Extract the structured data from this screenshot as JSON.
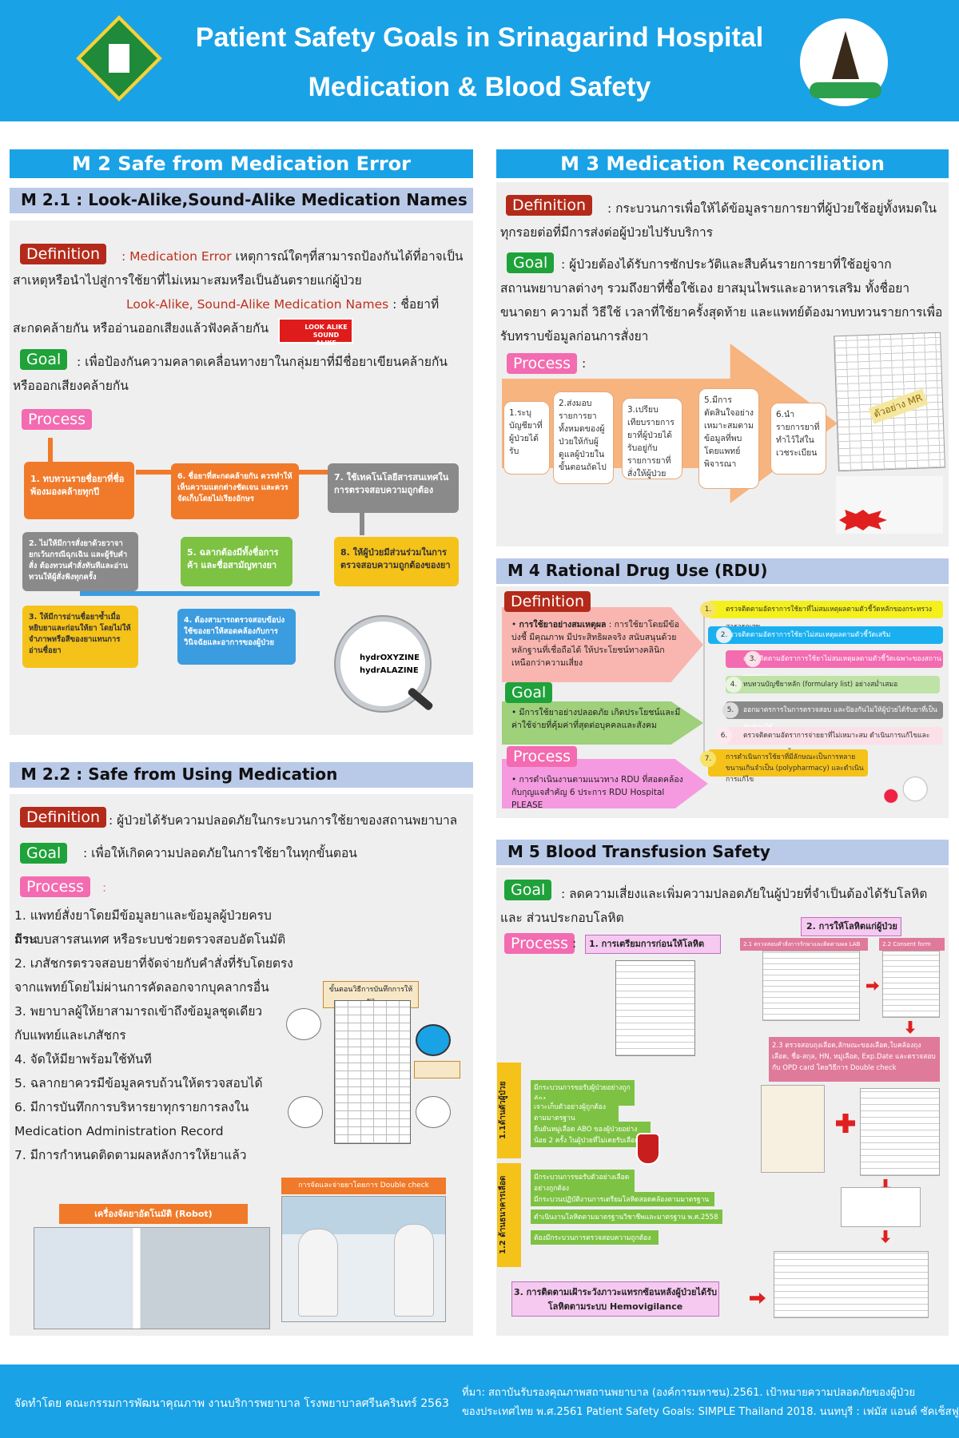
{
  "header": {
    "title1": "Patient  Safety  Goals in Srinagarind Hospital",
    "title2": "Medication & Blood Safety"
  },
  "m2": {
    "title": "M 2 Safe from Medication Error"
  },
  "m21": {
    "title": "M 2.1 : Look-Alike,Sound-Alike Medication Names",
    "def_label": "Definition",
    "def_text1_red": ": Medication Error",
    "def_text1": " เหตุการณ์ใดๆที่สามารถป้องกันได้ที่อาจเป็น",
    "def_text2": "สาเหตุหรือนำไปสู่การใช้ยาที่ไม่เหมาะสมหรือเป็นอันตรายแก่ผู้ป่วย",
    "def_text3_red": "Look-Alike, Sound-Alike Medication Names",
    "def_text3": " : ชื่อยาที่",
    "def_text4": "สะกดคล้ายกัน หรืออ่านออกเสียงแล้วฟังคล้ายกัน",
    "lasa_badge": "LOOK ALIKE SOUND ALIKE",
    "goal_label": "Goal",
    "goal_text1": ": เพื่อป้องกันความคลาดเคลื่อนทางยาในกลุ่มยาที่มีชื่อยาเขียนคล้ายกัน",
    "goal_text2": "หรือออกเสียงคล้ายกัน",
    "process_label": "Process",
    "steps": [
      "1. ทบทวนรายชื่อยาที่ชื่อ พ้องมองคล้ายทุกปี",
      "2. ไม่ให้มีการสั่งยาด้วยวาจา ยกเว้นกรณีฉุกเฉิน และผู้รับคำสั่ง ต้องทวนคำสั่งทันทีและอ่านทวนให้ผู้สั่งฟังทุกครั้ง",
      "3. ให้มีการอ่านชื่อยาซ้ำเมื่อหยิบยาและก่อนให้ยา โดยไม่ให้จำภาพหรือสีของยาแทนการอ่านชื่อยา",
      "4. ต้องสามารถตรวจสอบข้อบ่งใช้ของยาให้สอดคล้องกับการวินิจฉัยและอาการของผู้ป่วย",
      "5. ฉลากต้องมีทั้งชื่อการค้า และชื่อสามัญทางยา",
      "6. ชื่อยาที่สะกดคล้ายกัน ควรทำให้เห็นความแตกต่างชัดเจน และควรจัดเก็บโดยไม่เรียงอักษร",
      "7. ใช้เทคโนโลยีสารสนเทศในการตรวจสอบความถูกต้อง",
      "8. ให้ผู้ป่วยมีส่วนร่วมในการตรวจสอบความถูกต้องของยา"
    ],
    "lens": [
      "hydrOXYZINE",
      "hydrALAZINE"
    ]
  },
  "m22": {
    "title": "M 2.2 : Safe from Using Medication",
    "def_label": "Definition",
    "def_text": ": ผู้ป่วยได้รับความปลอดภัยในกระบวนการใช้ยาของสถานพยาบาล",
    "goal_label": "Goal",
    "goal_text": ": เพื่อให้เกิดความปลอดภัยในการใช้ยาในทุกขั้นตอน",
    "process_label": "Process",
    "colon": ":",
    "lines": [
      "1. แพทย์สั่งยาโดยมีข้อมูลยาและข้อมูลผู้ป่วยครบถ้วน",
      "มีระบบสารสนเทศ หรือระบบช่วยตรวจสอบอัตโนมัติ",
      "2. เภสัชกรตรวจสอบยาที่จัดจ่ายกับคำสั่งที่รับโดยตรง",
      "จากแพทย์โดยไม่ผ่านการคัดลอกจากบุคลากรอื่น",
      "3. พยาบาลผู้ให้ยาสามารถเข้าถึงข้อมูลชุดเดียว",
      "กับแพทย์และเภสัชกร",
      "4. จัดให้มียาพร้อมใช้ทันที",
      "5. ฉลากยาควรมีข้อมูลครบถ้วนให้ตรวจสอบได้",
      "6. มีการบันทึกการบริหารยาทุกรายการลงใน",
      "Medication Administration Record",
      "7. มีการกำหนดติดตามผลหลังการให้ยาแล้ว"
    ],
    "mar_title": "ขั้นตอนวิธีการบันทึกการให้ยา",
    "robot_label": "เครื่องจัดยาอัตโนมัติ (Robot)",
    "double_check_label": "การจัดและจ่ายยาโดยการ  Double check"
  },
  "m3": {
    "title": "M 3 Medication Reconciliation",
    "def_label": "Definition",
    "def_text1": ": กระบวนการเพื่อให้ได้ข้อมูลรายการยาที่ผู้ป่วยใช้อยู่ทั้งหมดใน",
    "def_text2": "ทุกรอยต่อที่มีการส่งต่อผู้ป่วยไปรับบริการ",
    "goal_label": "Goal",
    "goal_lines": [
      ": ผู้ป่วยต้องได้รับการซักประวัติและสืบค้นรายการยาที่ใช้อยู่จาก",
      "สถานพยาบาลต่างๆ รวมถึงยาที่ซื้อใช้เอง ยาสมุนไพรและอาหารเสริม ทั้งชื่อยา",
      "ขนาดยา ความถี่ วิธีใช้ เวลาที่ใช้ยาครั้งสุดท้าย และแพทย์ต้องมาทบทวนรายการเพื่อ",
      "รับทราบข้อมูลก่อนการสั่งยา"
    ],
    "process_label": "Process",
    "colon": ":",
    "steps": [
      "1.ระบุบัญชียาที่ผู้ป่วยได้รับ",
      "2.ส่งมอบรายการยาทั้งหมดของผู้ป่วยให้กับผู้ดูแลผู้ป่วยในขั้นตอนถัดไป",
      "3.เปรียบเทียบรายการยาที่ผู้ป่วยได้รับอยู่กับรายการยาที่สั่งให้ผู้ป่วย",
      "5.มีการตัดสินใจอย่างเหมาะสมตามข้อมูลที่พบโดยแพทย์พิจารณา",
      "6.นำรายการยาที่ทำไว้ใส่ในเวชระเบียน"
    ],
    "mr_label": "ตัวอย่าง MR"
  },
  "m4": {
    "title": "M 4 Rational Drug Use (RDU)",
    "def_label": "Definition",
    "def_bold": "การใช้ยาอย่างสมเหตุผล",
    "def_text": " : การใช้ยาโดยมีข้อบ่งชี้ มีคุณภาพ มีประสิทธิผลจริง สนับสนุนด้วยหลักฐานที่เชื่อถือได้ ให้ประโยชน์ทางคลินิกเหนือกว่าความเสี่ยง",
    "goal_label": "Goal",
    "goal_text": "มีการใช้ยาอย่างปลอดภัย เกิดประโยชน์และมีค่าใช้จ่ายที่คุ้มค่าที่สุดต่อบุคคลและสังคม",
    "process_label": "Process",
    "process_text": "การดำเนินงานตามแนวทาง RDU ที่สอดคล้องกับกุญแจสำคัญ 6 ประการ RDU Hospital  PLEASE",
    "items": [
      "ตรวจติดตามอัตราการใช้ยาที่ไม่สมเหตุผลตามตัวชี้วัดหลักของกระทรวงสาธารณสุข",
      "ตรวจติดตามอัตราการใช้ยาไม่สมเหตุผลตามตัวชี้วัดเสริม",
      "ตรวจติดตามอัตราการใช้ยาไม่สมเหตุผลตามตัวชี้วัดเฉพาะของสถานพยาบาล",
      "ทบทวนบัญชียาหลัก (formulary list) อย่างสม่ำเสมอ",
      "ออกมาตรการในการตรวจสอบ และป้องกันไม่ให้ผู้ป่วยได้รับยาที่เป็นข้อห้ามใช้",
      "ตรวจติดตามอัตราการจ่ายยาที่ไม่เหมาะสม ดำเนินการแก้ไขและป้องกันการเกิดซ้ำ",
      "การดำเนินการใช้ยาที่มีลักษณะเป็นการหลายขนานเกินจำเป็น (polypharmacy) และดำเนินการแก้ไข"
    ],
    "nums": [
      "1.",
      "2.",
      "3.",
      "4.",
      "5.",
      "6.",
      "7."
    ]
  },
  "m5": {
    "title": "M 5 Blood Transfusion Safety",
    "goal_label": "Goal",
    "goal_text1": ": ลดความเสี่ยงและเพิ่มความปลอดภัยในผู้ป่วยที่จำเป็นต้องได้รับโลหิต",
    "goal_text2": "และ ส่วนประกอบโลหิต",
    "process_label": "Process",
    "colon": ":",
    "step1": "1. การเตรียมการก่อนให้โลหิต",
    "step2": "2. การให้โลหิตแก่ผู้ป่วย",
    "step21": "2.1 ตรวจสอบคำสั่งการรักษาและติดตามผล LAB",
    "step22": "2.2 Consent form",
    "step23": "2.3 ตรวจสอบถุงเลือด,ลักษณะของเลือด,ใบคล้องถุงเลือด, ชื่อ-สกุล, HN, หมู่เลือด, Exp.Date และตรวจสอบกับ OPD card โดยวิธีการ  Double check",
    "side11": "1.1ด้านตัวผู้ป่วย",
    "side12": "1.2 ด้านธนาคารเลือด",
    "bars11": [
      "มีกระบวนการขอรับผู้ป่วยอย่างถูกต้อง",
      "เจาะเก็บตัวอย่างผู้ถูกต้องตามมาตรฐาน",
      "ยืนยันหมู่เลือด ABO ของผู้ป่วยอย่างน้อย 2 ครั้ง ในผู้ป่วยที่ไม่เคยรับเลือด"
    ],
    "bars12": [
      "มีกระบวนการขอรับตัวอย่างเลือดอย่างถูกต้อง",
      "มีกระบวนปฏิบัติงานการเตรียมโลหิตสอดคล้องตามมาตรฐาน",
      "ดำเนินงานโลหิตตามมาตรฐานวิชาชีพและมาตรฐาน พ.ศ.2558",
      "ต้องมีกระบวนการตรวจสอบความถูกต้อง"
    ],
    "step3": "3. การติดตามเฝ้าระวังภาวะแทรกซ้อนหลังผู้ป่วยได้รับโลหิตตามระบบ Hemovigilance"
  },
  "footer": {
    "left": "จัดทำโดย คณะกรรมการพัฒนาคุณภาพ งานบริการพยาบาล โรงพยาบาลศรีนครินทร์ 2563",
    "right1": "ที่มา: สถาบันรับรองคุณภาพสถานพยาบาล (องค์การมหาชน).2561. เป้าหมายความปลอดภัยของผู้ป่วย",
    "right2": "ของประเทศไทย พ.ศ.2561 Patient  Safety Goals: SIMPLE Thailand 2018. นนทบุรี : เฟมัส แอนด์ ซัคเซ็สฟูล."
  },
  "colors": {
    "header": "#1aa2e6",
    "def": "#b42a1a",
    "goal": "#1fa23a",
    "process": "#f36bb0"
  },
  "icons": [
    "hospital-logo-icon",
    "faculty-logo-icon",
    "magnifier-icon",
    "arrow-right-icon",
    "plus-icon",
    "down-arrow-icon"
  ]
}
